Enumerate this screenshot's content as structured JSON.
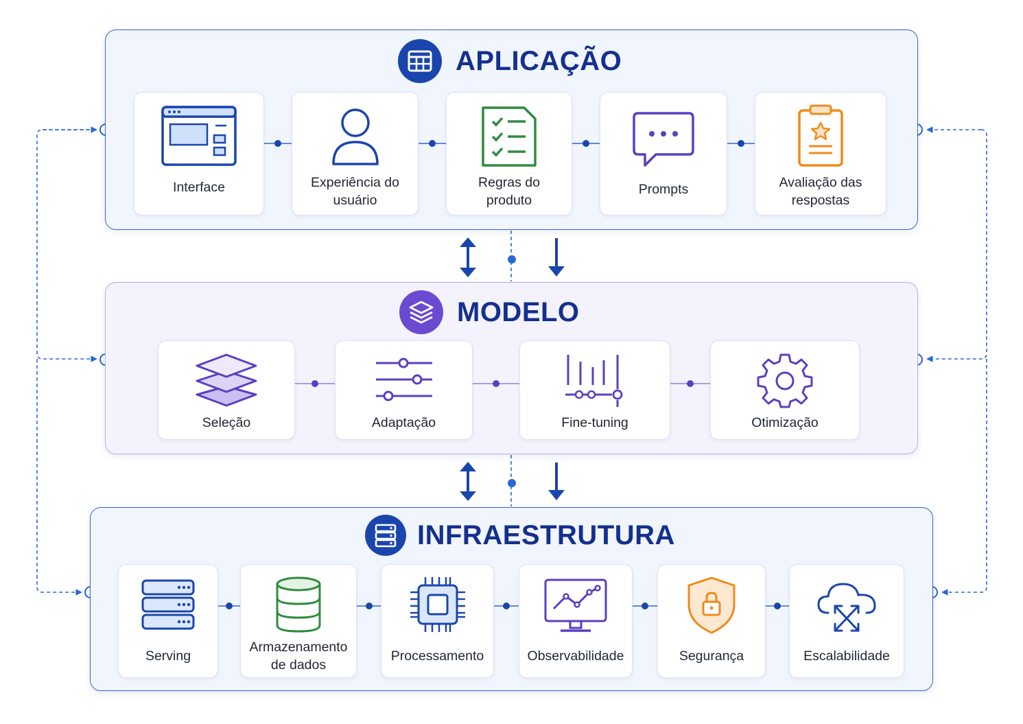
{
  "layers": {
    "application": {
      "title": "APLICAÇÃO",
      "icon": "grid-window-icon",
      "color": "#1a45ad",
      "components": [
        {
          "label": "Interface",
          "icon": "browser-window-icon"
        },
        {
          "label": "Experiência do usuário",
          "icon": "user-icon"
        },
        {
          "label": "Regras do produto",
          "icon": "checklist-icon"
        },
        {
          "label": "Prompts",
          "icon": "chat-bubble-icon"
        },
        {
          "label": "Avaliação das respostas",
          "icon": "clipboard-star-icon"
        }
      ]
    },
    "model": {
      "title": "MODELO",
      "icon": "layers-icon",
      "color": "#6a4ad0",
      "components": [
        {
          "label": "Seleção",
          "icon": "stacked-layers-icon"
        },
        {
          "label": "Adaptação",
          "icon": "sliders-icon"
        },
        {
          "label": "Fine-tuning",
          "icon": "equalizer-icon"
        },
        {
          "label": "Otimização",
          "icon": "gear-icon"
        }
      ]
    },
    "infrastructure": {
      "title": "INFRAESTRUTURA",
      "icon": "server-icon",
      "color": "#1a45ad",
      "components": [
        {
          "label": "Serving",
          "icon": "server-rack-icon"
        },
        {
          "label": "Armazenamento de dados",
          "icon": "database-icon"
        },
        {
          "label": "Processamento",
          "icon": "cpu-chip-icon"
        },
        {
          "label": "Observabilidade",
          "icon": "monitor-chart-icon"
        },
        {
          "label": "Segurança",
          "icon": "shield-lock-icon"
        },
        {
          "label": "Escalabilidade",
          "icon": "cloud-scale-icon"
        }
      ]
    }
  },
  "colors": {
    "primary": "#1a45ad",
    "title": "#14308f",
    "purple": "#6a4ad0",
    "green": "#2e8b3e",
    "orange": "#f08a1c"
  }
}
